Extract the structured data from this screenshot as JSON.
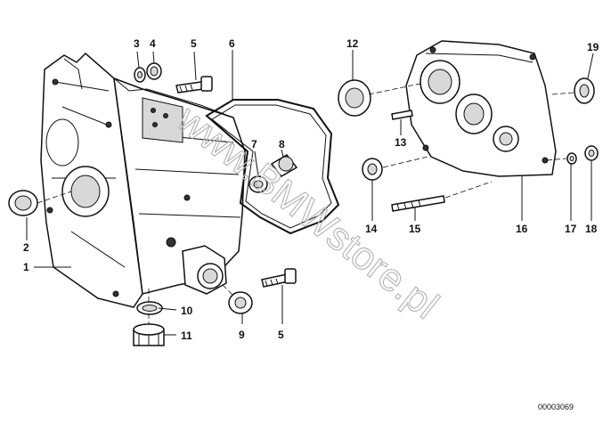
{
  "diagram": {
    "reference_code": "00003069",
    "watermark": "www.BMWstore.pl",
    "callouts": [
      "1",
      "2",
      "3",
      "4",
      "5",
      "6",
      "7",
      "8",
      "9",
      "10",
      "11",
      "12",
      "13",
      "14",
      "15",
      "16",
      "17",
      "18",
      "19",
      "5"
    ]
  }
}
